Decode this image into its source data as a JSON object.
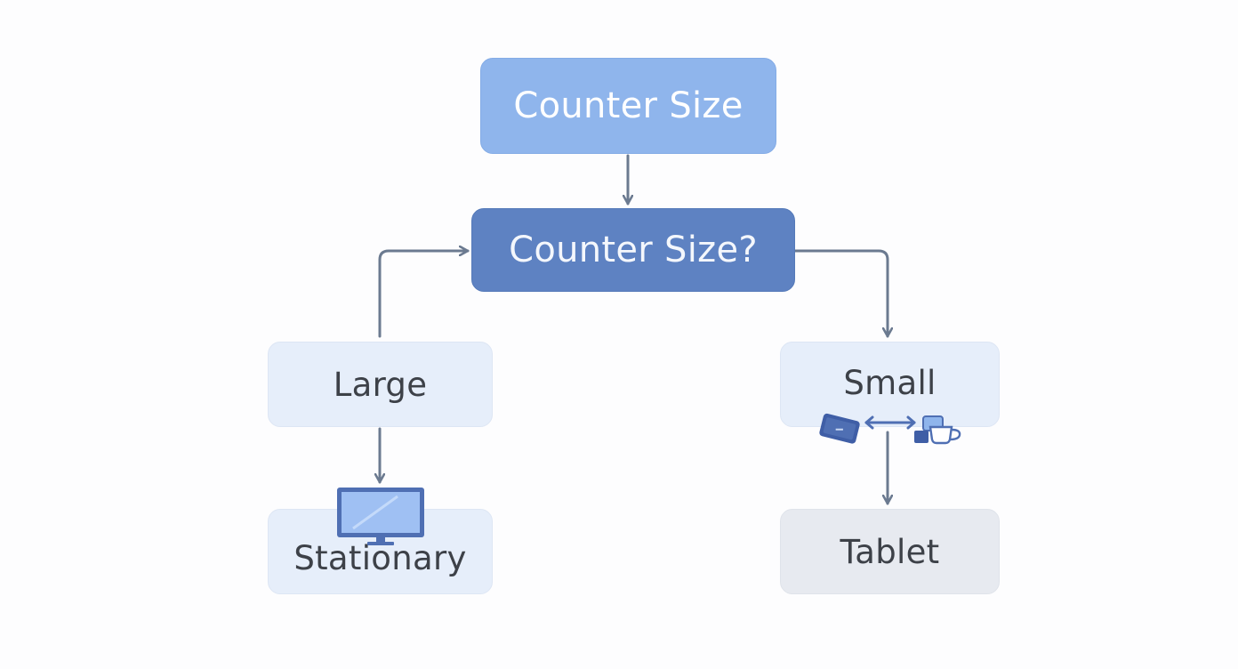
{
  "diagram": {
    "root": {
      "label": "Counter Size"
    },
    "question": {
      "label": "Counter Size?"
    },
    "branch_left": {
      "label": "Large"
    },
    "branch_right": {
      "label": "Small"
    },
    "outcome_left": {
      "label": "Stationary",
      "icon": "monitor-icon"
    },
    "outcome_right": {
      "label": "Tablet"
    },
    "small_icons": [
      "tablet-icon",
      "double-arrow-icon",
      "devices-icon"
    ],
    "colors": {
      "root_fill": "#8fb5ec",
      "question_fill": "#5e82c2",
      "leaf_fill": "#e6eefa",
      "tablet_fill": "#e7eaf0",
      "connector": "#6b7a90",
      "icon_blue": "#4f6fb3"
    }
  }
}
